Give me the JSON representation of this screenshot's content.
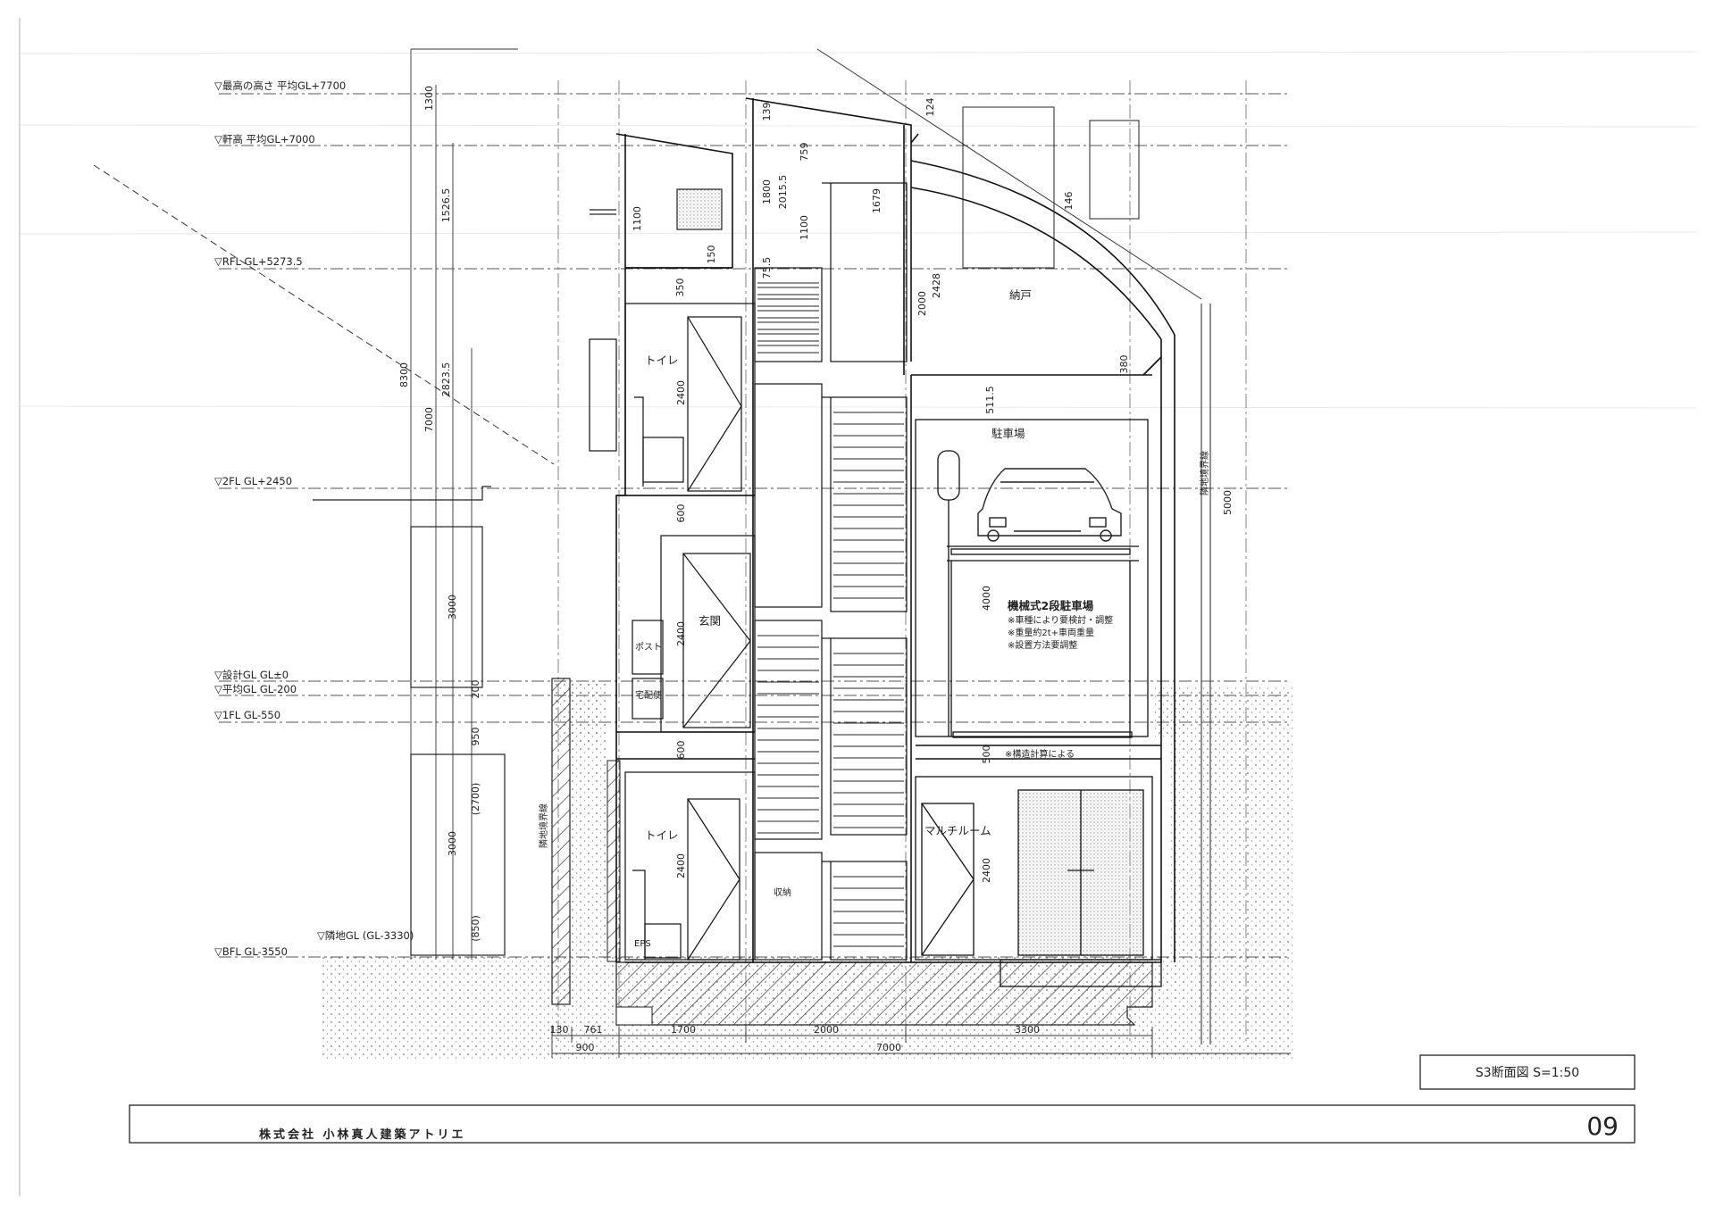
{
  "levels": [
    {
      "label": "▽最高の高さ 平均GL+7700",
      "kind": "top"
    },
    {
      "label": "▽軒高 平均GL+7000",
      "kind": "eave"
    },
    {
      "label": "▽RFL GL+5273.5",
      "kind": "rfl"
    },
    {
      "label": "▽2FL GL+2450",
      "kind": "fl2"
    },
    {
      "label": "▽設計GL GL±0",
      "kind": "gl"
    },
    {
      "label": "▽平均GL GL-200",
      "kind": "avg"
    },
    {
      "label": "▽1FL GL-550",
      "kind": "fl1"
    },
    {
      "label": "▽隣地GL (GL-3330)",
      "kind": "adj"
    },
    {
      "label": "▽BFL GL-3550",
      "kind": "bfl"
    }
  ],
  "vertical_dims": {
    "outer": [
      "1300",
      "7000",
      "8300"
    ],
    "inner": [
      "1526.5",
      "2823.5",
      "3000",
      "200",
      "950",
      "(2700)",
      "3000",
      "(850)"
    ],
    "room": [
      "1100",
      "150",
      "350",
      "2400",
      "600",
      "2400",
      "600",
      "2400",
      "1800",
      "2015.5",
      "759",
      "139",
      "1100",
      "1679",
      "75.5",
      "124",
      "146",
      "2428",
      "2000",
      "380",
      "511.5",
      "5000",
      "4000",
      "500",
      "2400",
      "2400"
    ]
  },
  "horizontal_dims": {
    "row1": [
      "130",
      "761",
      "1700",
      "2000",
      "3300"
    ],
    "row2": [
      "900",
      "7000"
    ]
  },
  "rooms": {
    "toilet_upper": "トイレ",
    "entrance": "玄関",
    "post": "ポスト",
    "delivery_box": "宅配便",
    "toilet_lower": "トイレ",
    "storage": "収納",
    "multi_room": "マルチルーム",
    "parking": "駐車場",
    "attic": "納戸",
    "unit_sign": "EPS"
  },
  "notes": {
    "parking_title": "機械式2段駐車場",
    "parking_lines": [
      "※車種により要検討・調整",
      "※重量約2t+車両重量",
      "※設置方法要調整"
    ],
    "structure": "※構造計算による",
    "boundary_left": "隣地境界線",
    "boundary_right": "隣地境界線"
  },
  "title_block": {
    "drawing_title": "S3断面図  S=1:50",
    "firm": "株式会社 小林真人建築アトリエ",
    "page_number": "09"
  }
}
